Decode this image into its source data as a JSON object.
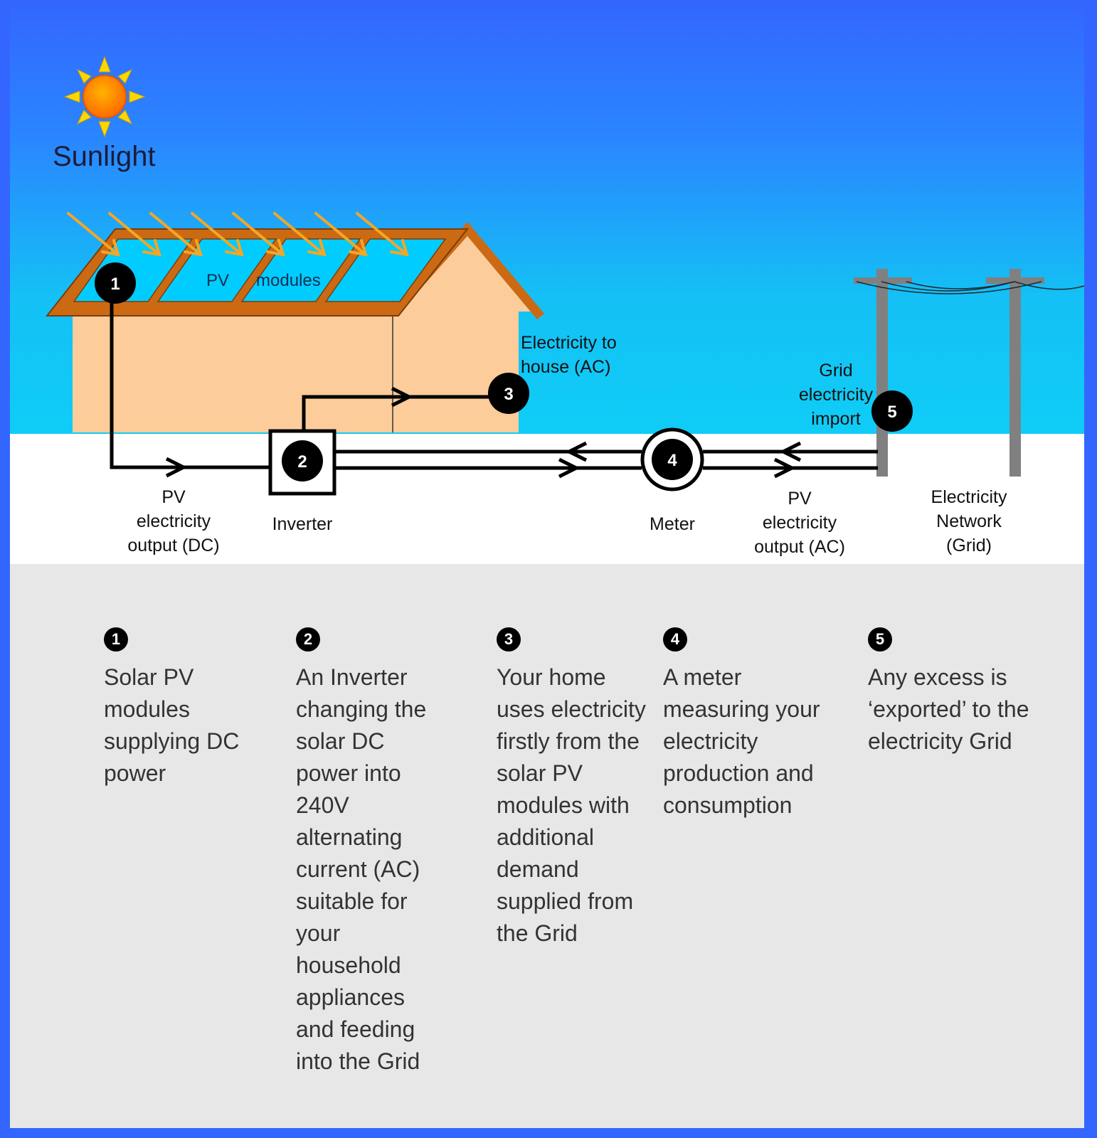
{
  "sun": {
    "label": "Sunlight"
  },
  "roof": {
    "pv_label": "PV",
    "modules_label": "modules"
  },
  "markers": [
    "1",
    "2",
    "3",
    "4",
    "5"
  ],
  "labels": {
    "pv_dc_output": "PV\nelectricity\noutput (DC)",
    "inverter": "Inverter",
    "meter": "Meter",
    "electricity_to_house": "Electricity to\nhouse (AC)",
    "grid_import": "Grid\nelectricity\nimport",
    "pv_ac_output": "PV\nelectricity\noutput (AC)",
    "network": "Electricity\nNetwork\n(Grid)"
  },
  "descriptions": [
    {
      "number": "1",
      "text": "Solar PV modules supplying DC power"
    },
    {
      "number": "2",
      "text": "An Inverter changing the solar DC power into 240V alternating current (AC) suitable for your household appliances and feeding into the Grid"
    },
    {
      "number": "3",
      "text": "Your home uses electricity firstly from the solar PV modules with additional demand supplied from the Grid"
    },
    {
      "number": "4",
      "text": "A meter measuring your electricity production and consumption"
    },
    {
      "number": "5",
      "text": "Any excess is ‘exported’ to the electricity Grid"
    }
  ],
  "colors": {
    "sky_top": "#3366ff",
    "sky_bottom": "#0fcdf7",
    "house_wall": "#fccc9a",
    "roof_frame": "#cc6a14",
    "pv_panel": "#00ccff",
    "sun_core": "#ff8a00",
    "sun_rays": "#ffd700",
    "sunlight_arrows": "#f5a623",
    "pole": "#808080"
  }
}
